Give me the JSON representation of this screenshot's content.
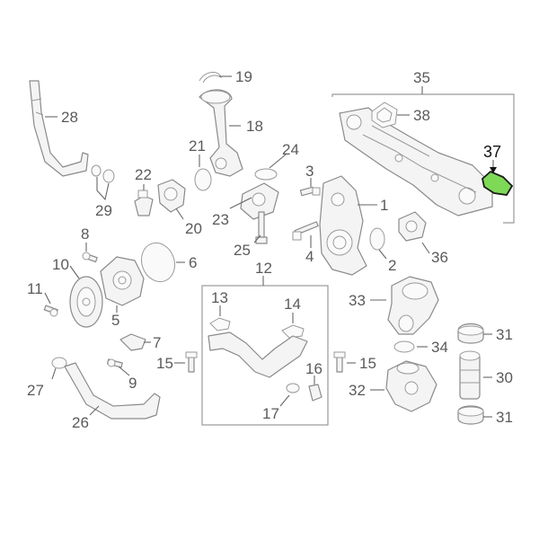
{
  "colors": {
    "line": "#8a8a8a",
    "label": "#5a5a5a",
    "highlight_fill": "#7ed957",
    "highlight_label": "#111111"
  },
  "callouts": {
    "c1": "1",
    "c2": "2",
    "c3": "3",
    "c4": "4",
    "c5": "5",
    "c6": "6",
    "c7": "7",
    "c8": "8",
    "c9": "9",
    "c10": "10",
    "c11": "11",
    "c12": "12",
    "c13": "13",
    "c14": "14",
    "c15a": "15",
    "c15b": "15",
    "c16": "16",
    "c17": "17",
    "c18": "18",
    "c19": "19",
    "c20": "20",
    "c21": "21",
    "c22": "22",
    "c23": "23",
    "c24": "24",
    "c25": "25",
    "c26": "26",
    "c27": "27",
    "c28": "28",
    "c29": "29",
    "c30": "30",
    "c31a": "31",
    "c31b": "31",
    "c32": "32",
    "c33": "33",
    "c34": "34",
    "c35": "35",
    "c36": "36",
    "c37": "37",
    "c38": "38"
  },
  "highlighted_part": "37"
}
